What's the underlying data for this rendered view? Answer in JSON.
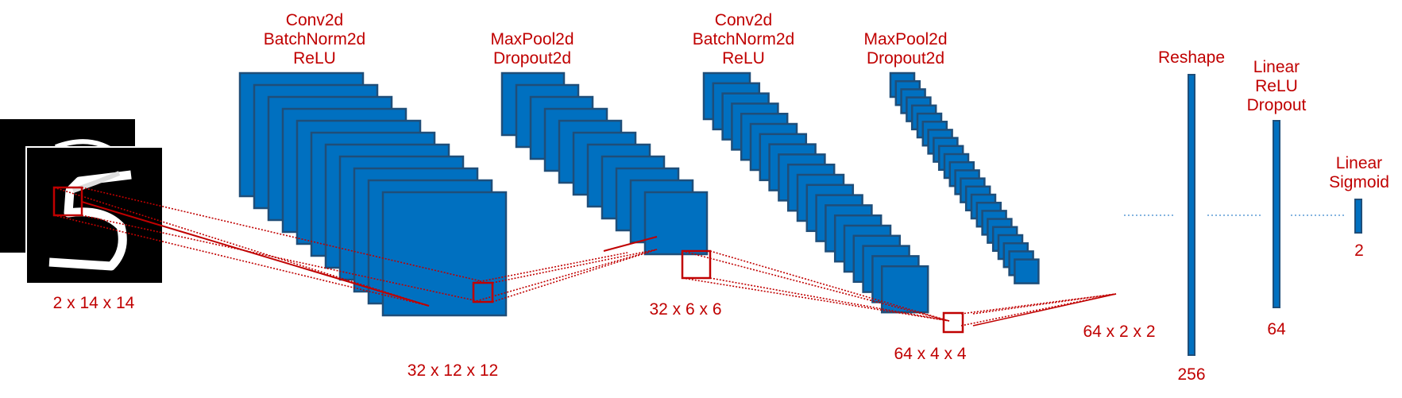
{
  "input": {
    "dims": "2 x 14 x 14"
  },
  "layers": [
    {
      "id": "conv1",
      "ops": [
        "Conv2d",
        "BatchNorm2d",
        "ReLU"
      ],
      "dims": "32 x 12 x 12"
    },
    {
      "id": "pool1",
      "ops": [
        "MaxPool2d",
        "Dropout2d"
      ],
      "dims": "32 x 6 x 6"
    },
    {
      "id": "conv2",
      "ops": [
        "Conv2d",
        "BatchNorm2d",
        "ReLU"
      ],
      "dims": "64 x 4 x 4"
    },
    {
      "id": "pool2",
      "ops": [
        "MaxPool2d",
        "Dropout2d"
      ],
      "dims": "64 x 2 x 2"
    },
    {
      "id": "reshape",
      "ops": [
        "Reshape"
      ],
      "dims": "256"
    },
    {
      "id": "fc1",
      "ops": [
        "Linear",
        "ReLU",
        "Dropout"
      ],
      "dims": "64"
    },
    {
      "id": "fc2",
      "ops": [
        "Linear",
        "Sigmoid"
      ],
      "dims": "2"
    }
  ],
  "colors": {
    "block": "#0070c0",
    "border": "#1f4e79",
    "label": "#c00000",
    "flow": "#5b9bd5"
  }
}
